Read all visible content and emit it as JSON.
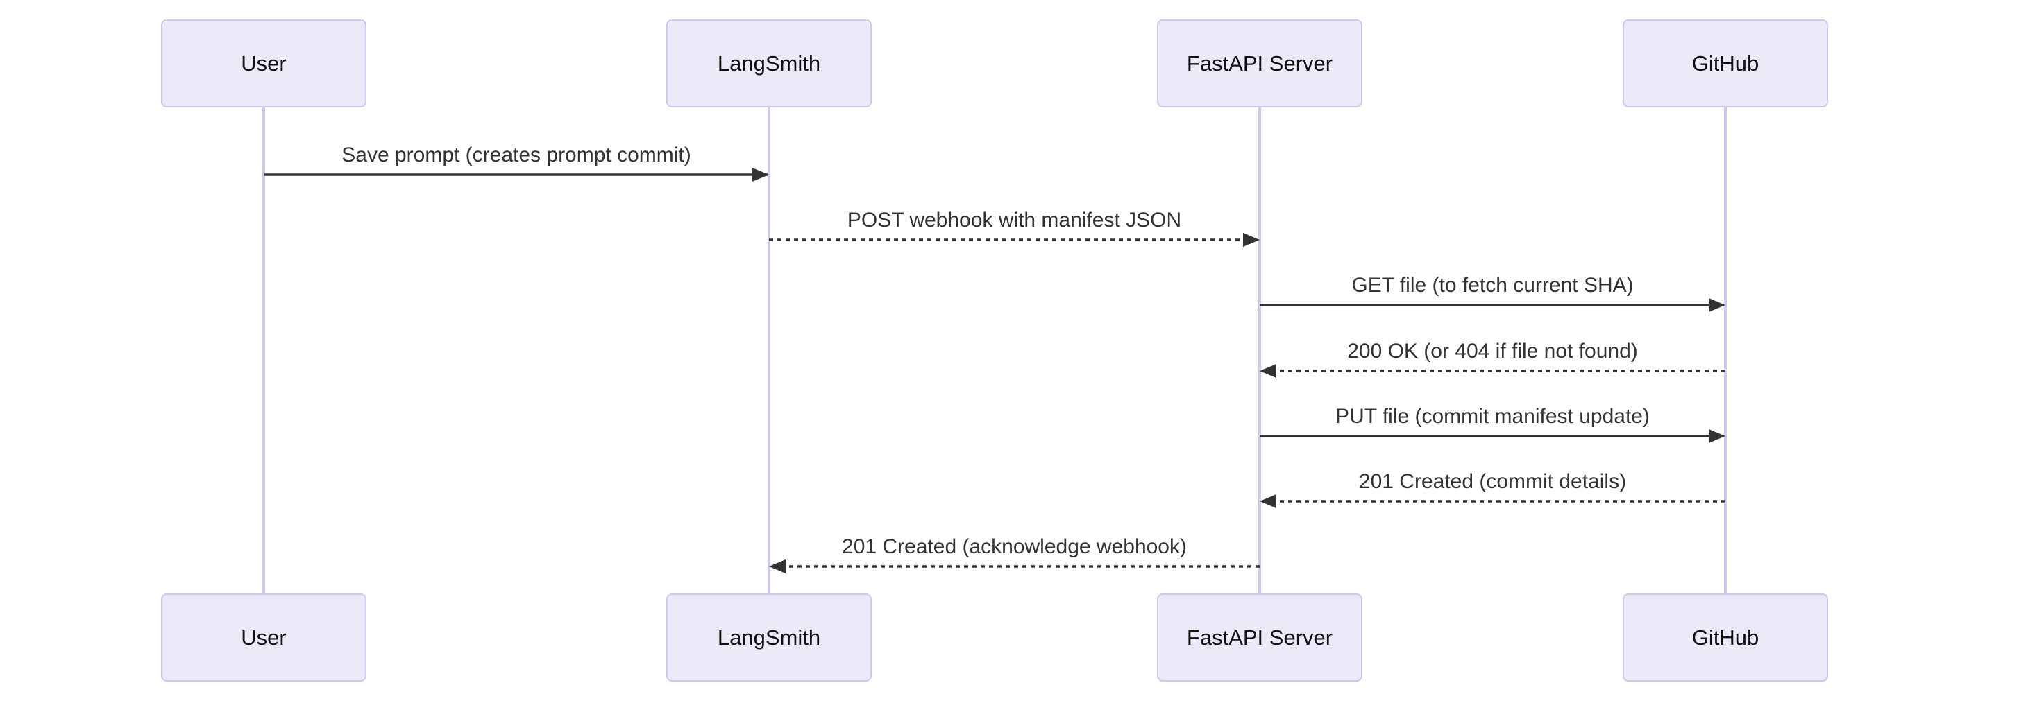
{
  "diagram": {
    "type": "sequence-diagram",
    "theme": {
      "background": "#ffffff",
      "actor_fill": "#ECEAF8",
      "actor_border": "#CFC8ED",
      "actor_text": "#111111",
      "lifeline_color": "#CFC8ED",
      "arrow_color": "#333333",
      "message_text": "#333333"
    },
    "participants": [
      {
        "name": "User"
      },
      {
        "name": "LangSmith"
      },
      {
        "name": "FastAPI Server"
      },
      {
        "name": "GitHub"
      }
    ],
    "messages": [
      {
        "label": "Save prompt (creates prompt commit)",
        "from": "User",
        "to": "LangSmith",
        "line": "solid"
      },
      {
        "label": "POST webhook with manifest JSON",
        "from": "LangSmith",
        "to": "FastAPI Server",
        "line": "dashed"
      },
      {
        "label": "GET file (to fetch current SHA)",
        "from": "FastAPI Server",
        "to": "GitHub",
        "line": "solid"
      },
      {
        "label": "200 OK (or 404 if file not found)",
        "from": "GitHub",
        "to": "FastAPI Server",
        "line": "dashed"
      },
      {
        "label": "PUT file (commit manifest update)",
        "from": "FastAPI Server",
        "to": "GitHub",
        "line": "solid"
      },
      {
        "label": "201 Created (commit details)",
        "from": "GitHub",
        "to": "FastAPI Server",
        "line": "dashed"
      },
      {
        "label": "201 Created (acknowledge webhook)",
        "from": "FastAPI Server",
        "to": "LangSmith",
        "line": "dashed"
      }
    ]
  }
}
